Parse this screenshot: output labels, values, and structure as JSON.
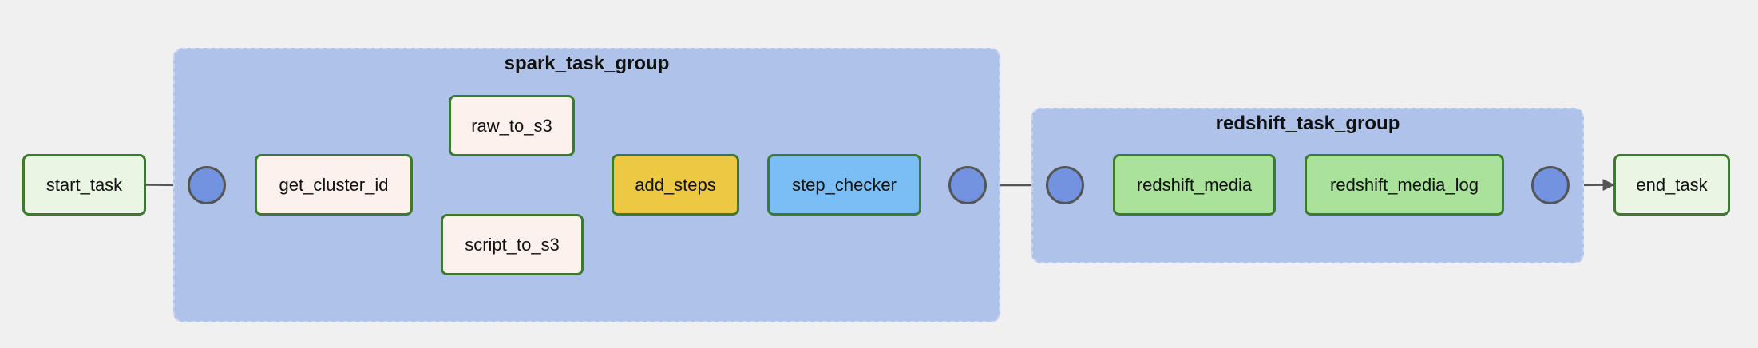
{
  "groups": {
    "spark": {
      "label": "spark_task_group"
    },
    "redshift": {
      "label": "redshift_task_group"
    }
  },
  "tasks": {
    "start_task": {
      "label": "start_task",
      "state_color": "#e9f6e4"
    },
    "get_cluster_id": {
      "label": "get_cluster_id",
      "state_color": "#fcf1ec"
    },
    "raw_to_s3": {
      "label": "raw_to_s3",
      "state_color": "#fcf1ec"
    },
    "script_to_s3": {
      "label": "script_to_s3",
      "state_color": "#fcf1ec"
    },
    "add_steps": {
      "label": "add_steps",
      "state_color": "#ecc843"
    },
    "step_checker": {
      "label": "step_checker",
      "state_color": "#7bbef6"
    },
    "redshift_media": {
      "label": "redshift_media",
      "state_color": "#a9e29a"
    },
    "redshift_media_log": {
      "label": "redshift_media_log",
      "state_color": "#a9e29a"
    },
    "end_task": {
      "label": "end_task",
      "state_color": "#e9f6e4"
    }
  },
  "colors": {
    "canvas_bg": "#f0f0f0",
    "group_fill": "#aec2ea",
    "node_border": "#3c7a2e",
    "joint_fill": "#7193e0",
    "edge": "#555555"
  }
}
